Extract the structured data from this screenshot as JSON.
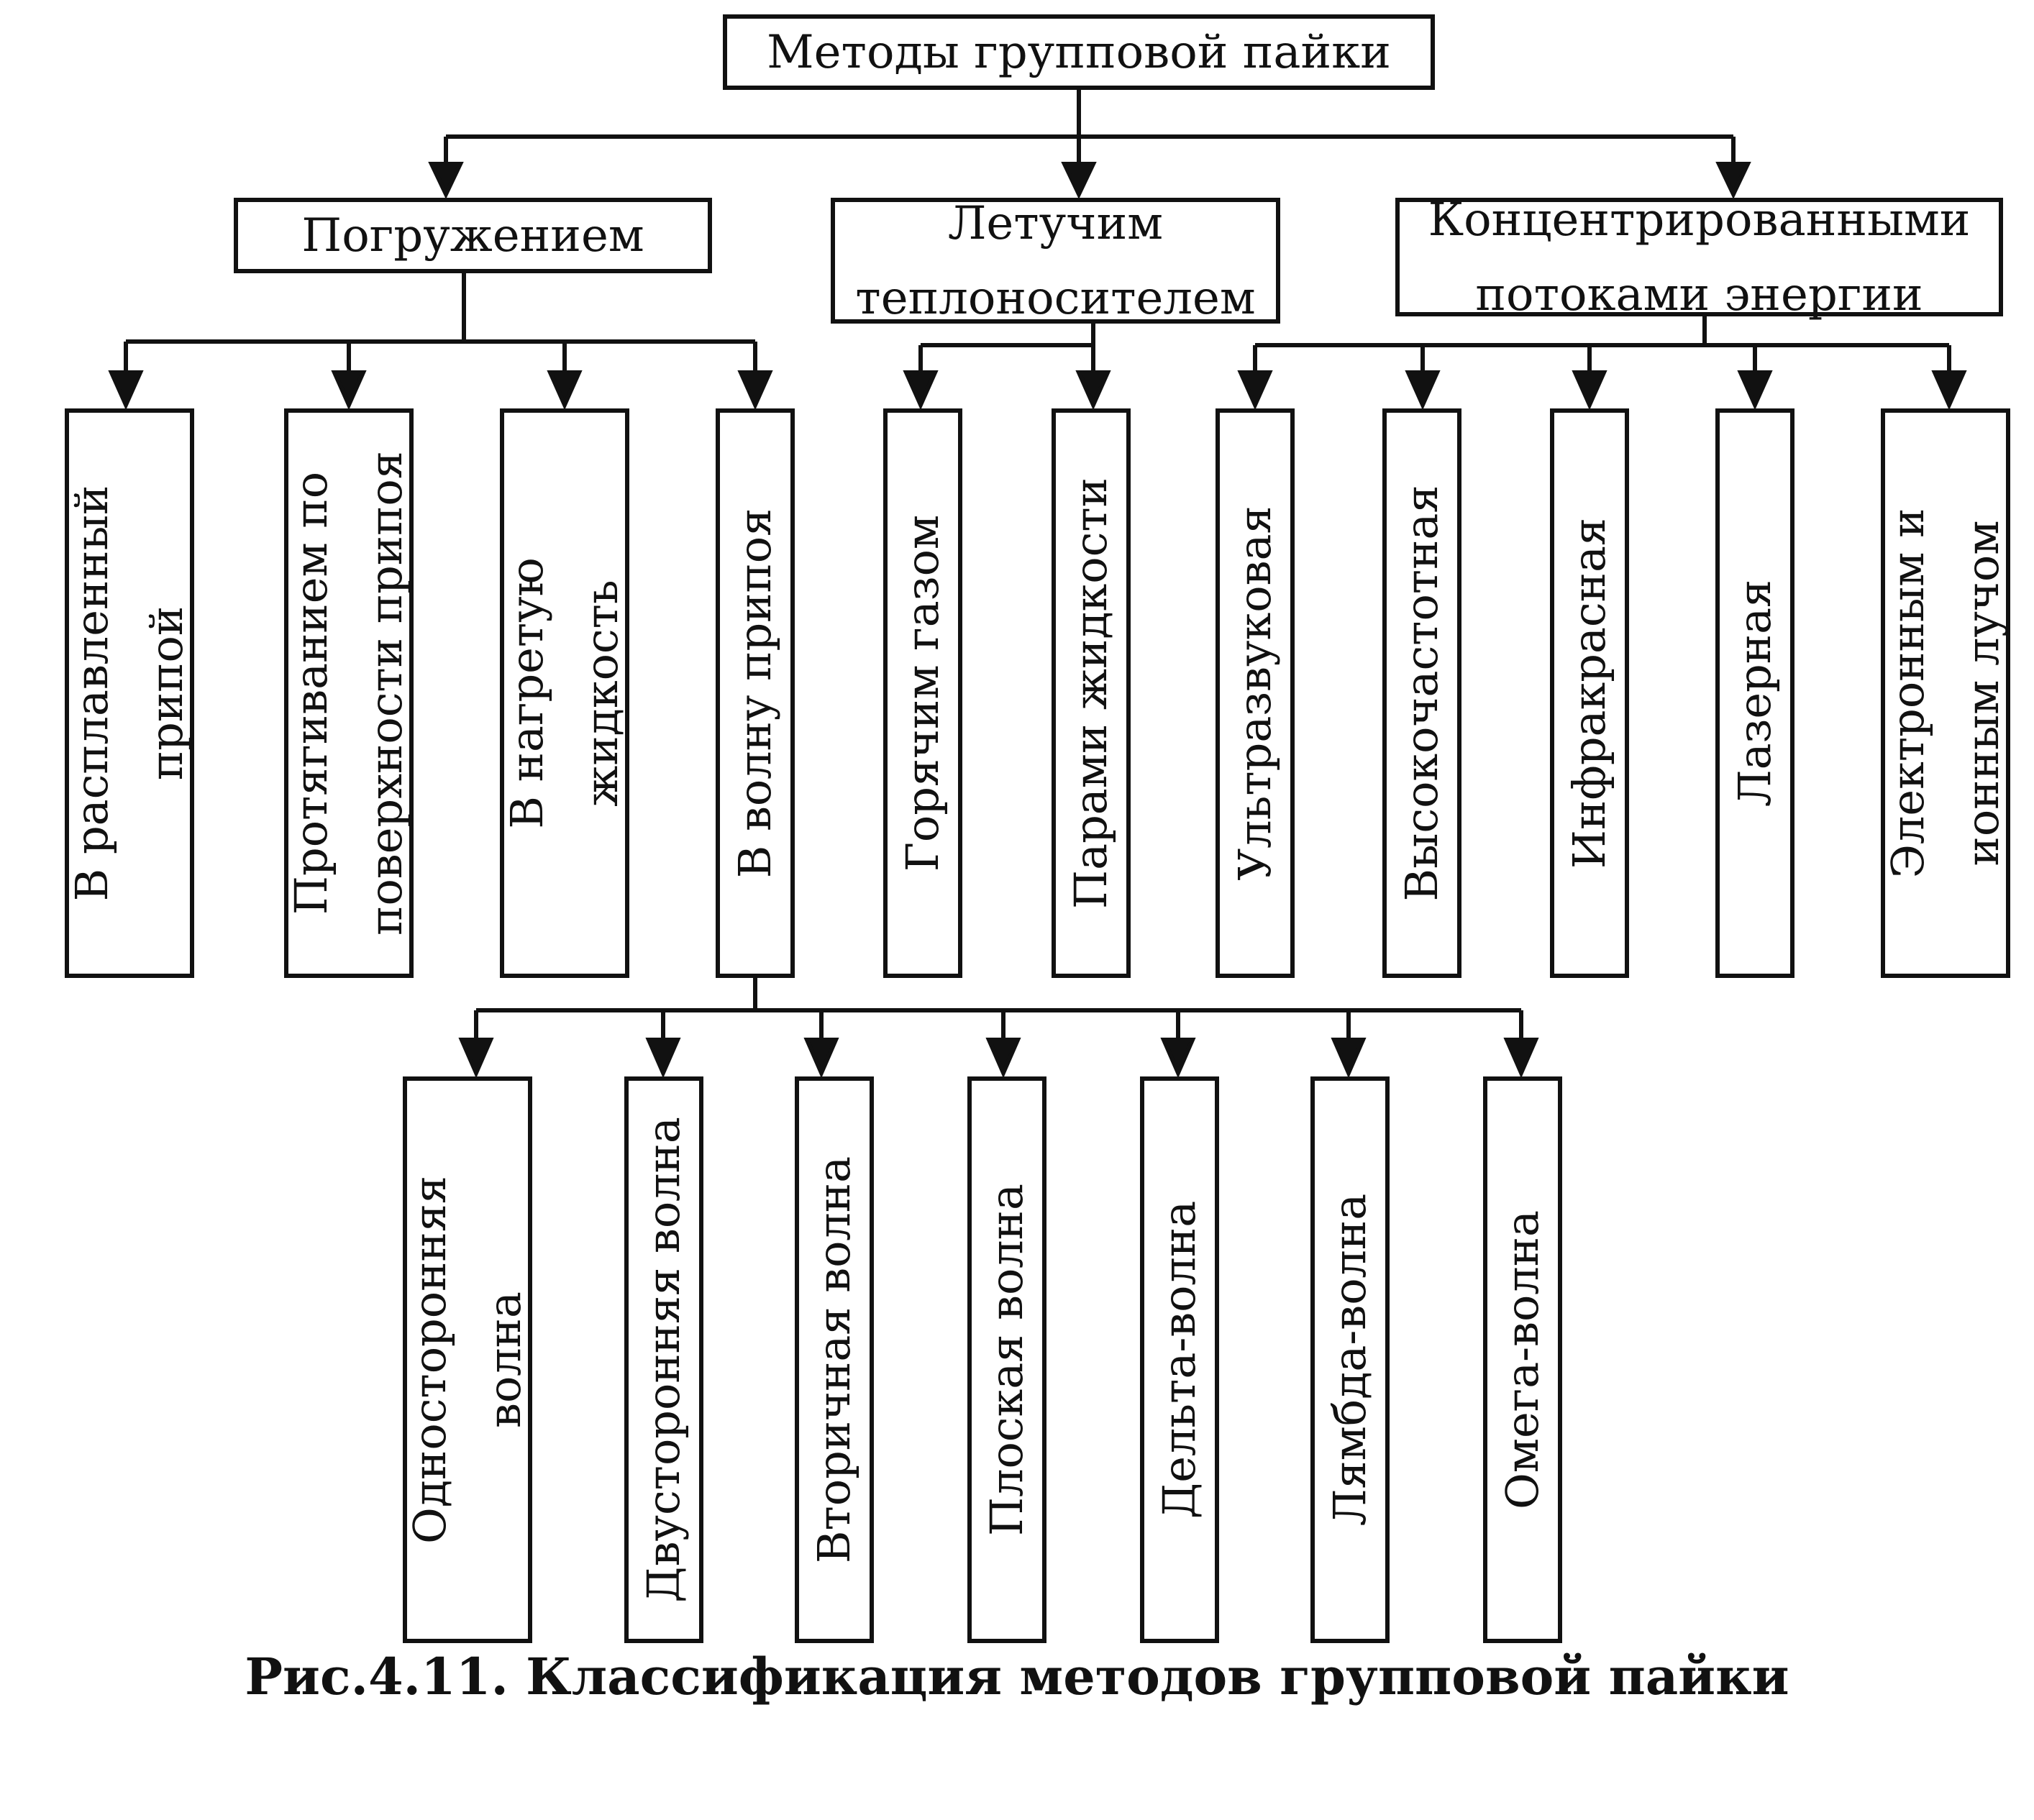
{
  "root": {
    "label": "Методы групповой пайки"
  },
  "level1": [
    {
      "label": "Погружением"
    },
    {
      "label": "Летучим\nтеплоносителем"
    },
    {
      "label": "Концентрированными\nпотоками энергии"
    }
  ],
  "immersion": [
    {
      "label": "В расплавленный\nприпой"
    },
    {
      "label": "Протягиванием по\nповерхности припоя"
    },
    {
      "label": "В нагретую\nжидкость"
    },
    {
      "label": "В волну припоя"
    }
  ],
  "volatile": [
    {
      "label": "Горячим газом"
    },
    {
      "label": "Парами жидкости"
    }
  ],
  "energy": [
    {
      "label": "Ультразвуковая"
    },
    {
      "label": "Высокочастотная"
    },
    {
      "label": "Инфракрасная"
    },
    {
      "label": "Лазерная"
    },
    {
      "label": "Электронным и\nионным лучом"
    }
  ],
  "wave": [
    {
      "label": "Односторонняя\nволна"
    },
    {
      "label": "Двусторонняя волна"
    },
    {
      "label": "Вторичная волна"
    },
    {
      "label": "Плоская волна"
    },
    {
      "label": "Дельта-волна"
    },
    {
      "label": "Лямбда-волна"
    },
    {
      "label": "Омега-волна"
    }
  ],
  "caption": "Рис.4.11. Классификация методов групповой пайки"
}
